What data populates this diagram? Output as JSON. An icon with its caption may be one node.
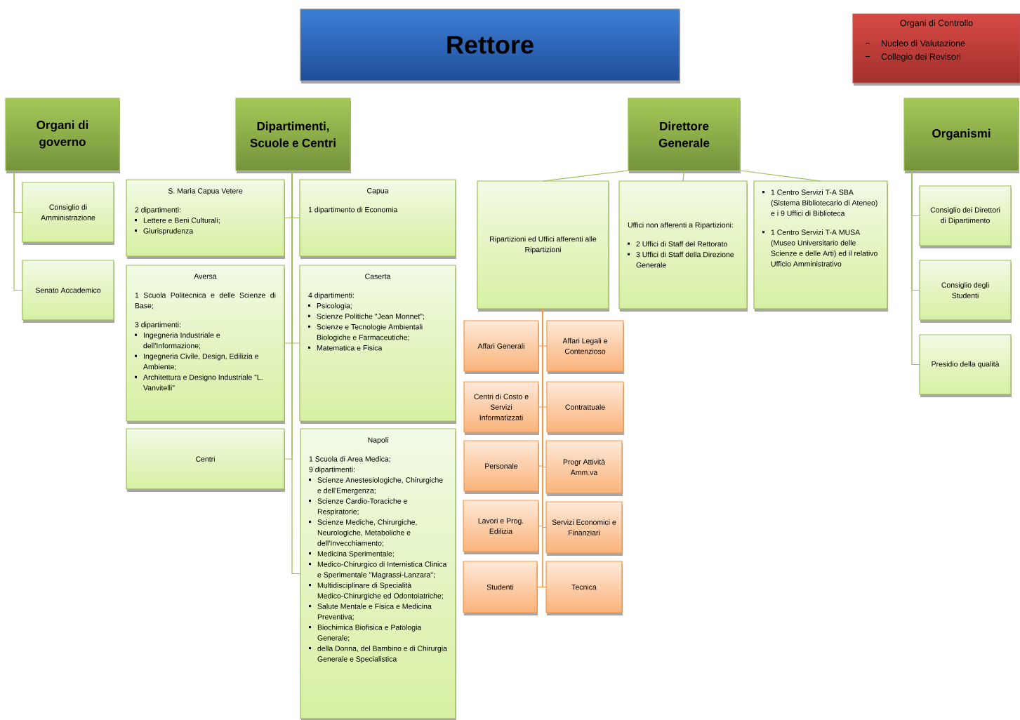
{
  "diagram": {
    "nodes": [
      {
        "text": [
          "Rettore"
        ]
      },
      {
        "text": [
          "Organi di Controllo",
          "Nucleo di Valutazione",
          "Collegio dei Revisori"
        ]
      },
      {
        "text": [
          "Organi di governo"
        ]
      },
      {
        "text": [
          "Dipartimenti, Scuole e Centri"
        ]
      },
      {
        "text": [
          "Direttore Generale"
        ]
      },
      {
        "text": [
          "Organismi"
        ]
      },
      {
        "text": [
          "Consiglio di Amministrazione"
        ]
      },
      {
        "text": [
          "Senato Accademico"
        ]
      },
      {
        "text": [
          "S. Maria Capua Vetere",
          "2 dipartimenti:",
          "Lettere e Beni Culturali;",
          "Giurisprudenza"
        ]
      },
      {
        "text": [
          "Capua",
          "1 dipartimento di Economia"
        ]
      },
      {
        "text": [
          "Aversa",
          "1 Scuola Politecnica e delle Scienze di Base;",
          "3 dipartimenti:",
          "Ingegneria Industriale e dell'Informazione;",
          "Ingegneria Civile, Design, Edilizia e Ambiente;",
          "Architettura e Designo Industriale \"L. Vanvitelli\""
        ]
      },
      {
        "text": [
          "Caserta",
          "4 dipartimenti:",
          "Psicologia;",
          "Scienze Politiche \"Jean Monnet\";",
          "Scienze e Tecnologie Ambientali Biologiche e Farmaceutiche;",
          "Matematica e Fisica"
        ]
      },
      {
        "text": [
          "Centri"
        ]
      },
      {
        "text": [
          "Napoli",
          "1 Scuola di Area Medica;",
          "9 dipartimenti:",
          "Scienze Anestesiologiche, Chirurgiche e dell'Emergenza;",
          "Scienze Cardio-Toraciche e Respiratorie;",
          "Scienze Mediche, Chirurgiche, Neurologiche, Metaboliche e dell'Invecchiamento;",
          "Medicina Sperimentale;",
          "Medico-Chirurgico di Internistica Clinica e Sperimentale \"Magrassi-Lanzara\";",
          "Multidisciplinare di Specialità Medico-Chirurgiche ed Odontoiatriche;",
          "Salute Mentale e Fisica e Medicina Preventiva;",
          "Biochimica Biofisica e Patologia Generale;",
          "della Donna, del Bambino e di Chirurgia Generale e Specialistica"
        ]
      },
      {
        "text": [
          "Ripartizioni ed Uffici afferenti alle Ripartizioni"
        ]
      },
      {
        "text": [
          "Uffici non afferenti a Ripartizioni:",
          "2 Uffici di Staff del Rettorato",
          "3 Uffici di Staff della Direzione Generale"
        ]
      },
      {
        "text": [
          "1 Centro Servizi T-A SBA (Sistema Bibliotecario di Ateneo) e i 9 Uffici di Biblioteca",
          "1 Centro Servizi T-A MUSA (Museo Universitario delle Scienze e delle Arti) ed il relativo Ufficio Amministrativo"
        ]
      },
      {
        "text": [
          "Affari Generali"
        ]
      },
      {
        "text": [
          "Affari Legali e Contenzioso"
        ]
      },
      {
        "text": [
          "Centri di Costo e Servizi Informatizzati"
        ]
      },
      {
        "text": [
          "Contrattuale"
        ]
      },
      {
        "text": [
          "Personale"
        ]
      },
      {
        "text": [
          "Progr Attività Amm.va"
        ]
      },
      {
        "text": [
          "Lavori e Prog. Edilizia"
        ]
      },
      {
        "text": [
          "Servizi Economici e Finanziari"
        ]
      },
      {
        "text": [
          "Studenti"
        ]
      },
      {
        "text": [
          "Tecnica"
        ]
      },
      {
        "text": [
          "Consiglio dei Direttori di Dipartimento"
        ]
      },
      {
        "text": [
          "Consiglio degli Studenti"
        ]
      },
      {
        "text": [
          "Presidio della qualità"
        ]
      }
    ],
    "edges": [
      {
        "from": 2,
        "to": 6,
        "arrow": "none"
      },
      {
        "from": 2,
        "to": 7,
        "arrow": "none"
      },
      {
        "from": 3,
        "to": 8,
        "arrow": "none"
      },
      {
        "from": 3,
        "to": 9,
        "arrow": "none"
      },
      {
        "from": 3,
        "to": 10,
        "arrow": "none"
      },
      {
        "from": 3,
        "to": 11,
        "arrow": "none"
      },
      {
        "from": 3,
        "to": 12,
        "arrow": "none"
      },
      {
        "from": 3,
        "to": 13,
        "arrow": "none"
      },
      {
        "from": 4,
        "to": 14,
        "arrow": "none"
      },
      {
        "from": 4,
        "to": 15,
        "arrow": "none"
      },
      {
        "from": 4,
        "to": 16,
        "arrow": "none"
      },
      {
        "from": 14,
        "to": 17,
        "arrow": "none",
        "color": "#f79646"
      },
      {
        "from": 14,
        "to": 18,
        "arrow": "none",
        "color": "#f79646"
      },
      {
        "from": 14,
        "to": 19,
        "arrow": "none",
        "color": "#f79646"
      },
      {
        "from": 14,
        "to": 20,
        "arrow": "none",
        "color": "#f79646"
      },
      {
        "from": 14,
        "to": 21,
        "arrow": "none",
        "color": "#f79646"
      },
      {
        "from": 14,
        "to": 22,
        "arrow": "none",
        "color": "#f79646"
      },
      {
        "from": 14,
        "to": 23,
        "arrow": "none",
        "color": "#f79646"
      },
      {
        "from": 14,
        "to": 24,
        "arrow": "none",
        "color": "#f79646"
      },
      {
        "from": 14,
        "to": 25,
        "arrow": "none",
        "color": "#f79646"
      },
      {
        "from": 14,
        "to": 26,
        "arrow": "none",
        "color": "#f79646"
      },
      {
        "from": 5,
        "to": 27,
        "arrow": "none"
      },
      {
        "from": 5,
        "to": 28,
        "arrow": "none"
      },
      {
        "from": 5,
        "to": 29,
        "arrow": "none"
      }
    ]
  }
}
